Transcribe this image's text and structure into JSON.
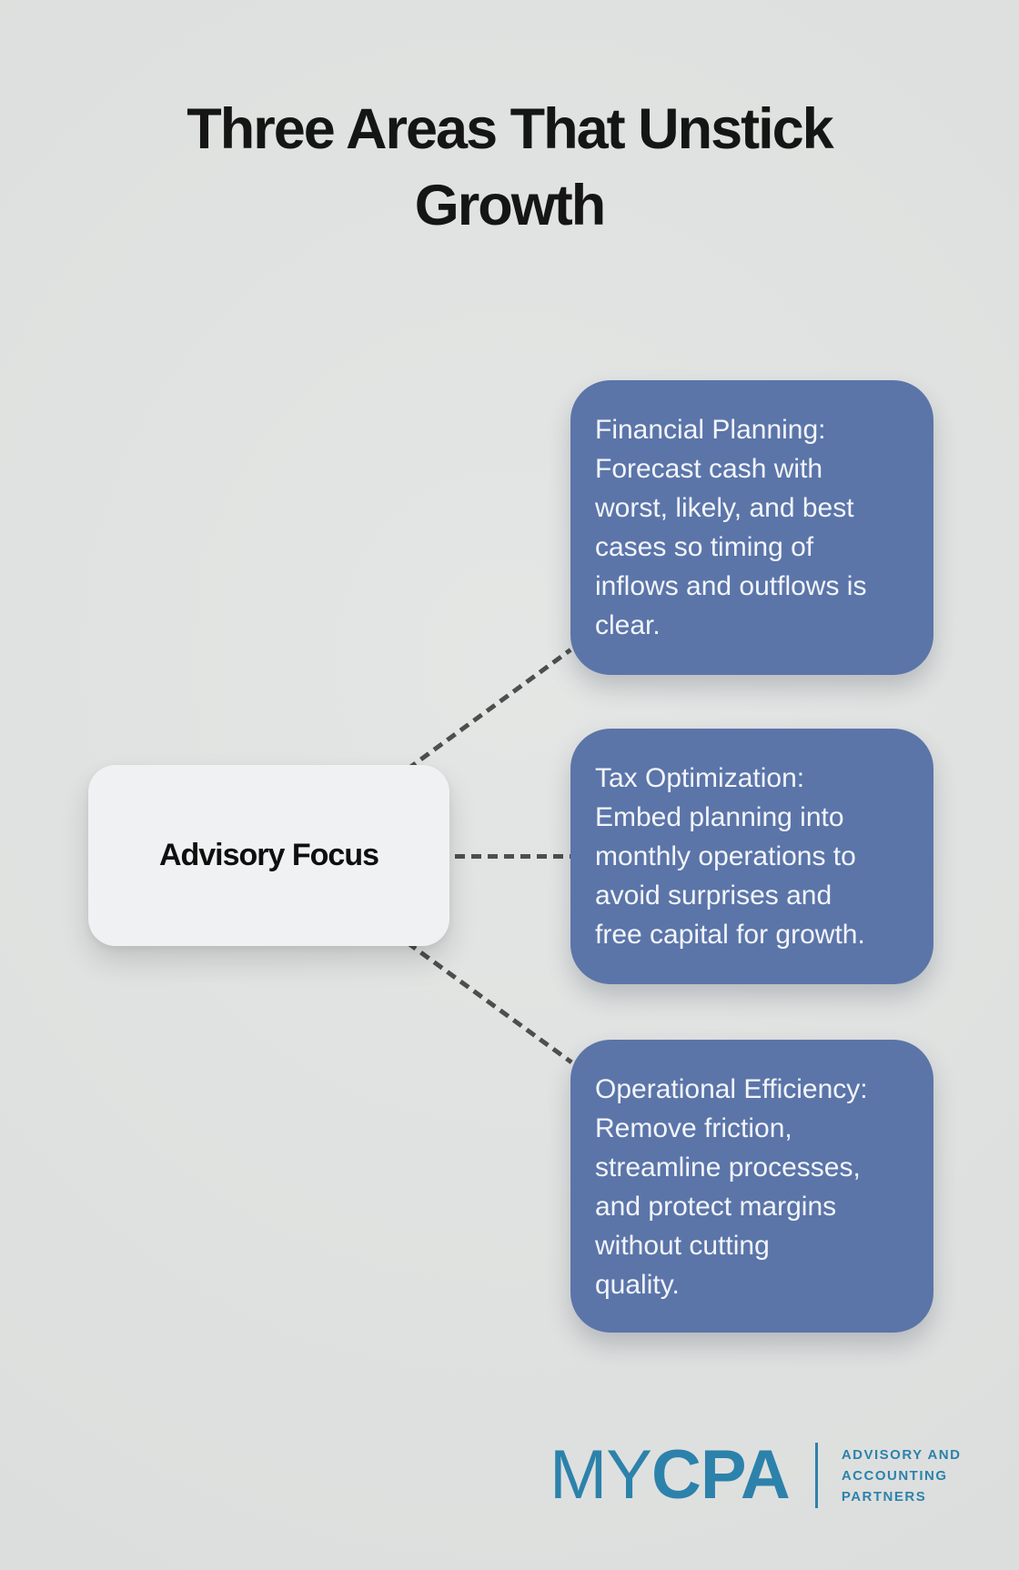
{
  "title": {
    "text": "Three Areas That Unstick\nGrowth"
  },
  "center_node": {
    "label": "Advisory Focus"
  },
  "cards": [
    {
      "id": "financial-planning",
      "text": "Financial Planning:\nForecast cash with\nworst, likely, and best\ncases so timing of\ninflows and outflows is\nclear."
    },
    {
      "id": "tax-optimization",
      "text": "Tax Optimization:\nEmbed planning into\nmonthly operations to\navoid surprises and\nfree capital for growth."
    },
    {
      "id": "operational-efficiency",
      "text": "Operational Efficiency:\nRemove friction,\nstreamline processes,\nand protect margins\nwithout cutting\nquality."
    }
  ],
  "logo": {
    "brand_light": "MY",
    "brand_bold": "CPA",
    "tagline": "ADVISORY AND\nACCOUNTING\nPARTNERS"
  },
  "colors": {
    "background": "#dfe1e0",
    "card_blue": "#5b75a9",
    "card_text": "#f3f5f9",
    "node_bg": "#eff1f3",
    "connector_gray": "#4e4e4e",
    "logo_blue": "#2c82ab",
    "title_color": "#151515"
  }
}
